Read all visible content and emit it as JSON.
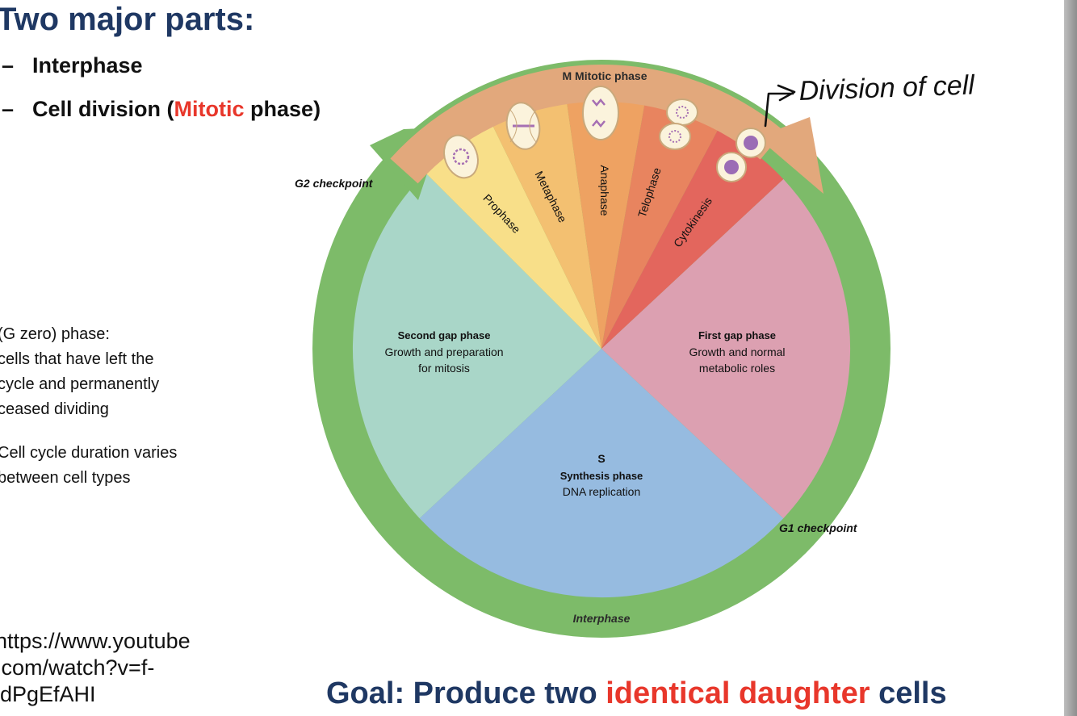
{
  "slide": {
    "title": "Two major parts:",
    "bullets": [
      {
        "dash": "–",
        "text": "Interphase"
      },
      {
        "dash": "–",
        "pre": "Cell division (",
        "highlight": "Mitotic",
        "post": " phase)"
      }
    ],
    "side_g0": [
      "(G zero) phase:",
      "cells that have left the",
      "cycle and permanently",
      "ceased dividing"
    ],
    "side_duration": [
      "Cell cycle duration varies",
      "between cell types"
    ],
    "url_lines": [
      "https://www.youtube",
      ".com/watch?v=f-",
      "ldPgEfAHI"
    ],
    "goal": {
      "pre": "Goal: Produce two ",
      "highlight": "identical daughter",
      "post": " cells"
    }
  },
  "diagram": {
    "outer_label": "Interphase",
    "mitotic_label": "M Mitotic phase",
    "g2_checkpoint": "G2 checkpoint",
    "g1_checkpoint": "G1 checkpoint",
    "stages": [
      "Prophase",
      "Metaphase",
      "Anaphase",
      "Telophase",
      "Cytokinesis"
    ],
    "g2": {
      "title": "Second gap phase",
      "lines": [
        "Growth and preparation",
        "for mitosis"
      ]
    },
    "g1": {
      "title": "First gap phase",
      "lines": [
        "Growth and normal",
        "metabolic roles"
      ]
    },
    "s": {
      "letter": "S",
      "title": "Synthesis phase",
      "line": "DNA replication"
    },
    "handwritten_note": "Division of cell",
    "colors": {
      "ring": "#7dbb69",
      "m_band": "#e2a87c",
      "g2": "#a9d6c8",
      "g1": "#dca0b1",
      "s": "#96bbe0",
      "prophase": "#f8df89",
      "metaphase": "#f3c071",
      "anaphase": "#eea262",
      "telophase": "#e8845f",
      "cytokinesis": "#e3665d",
      "title_text": "#1f3863",
      "accent_red": "#e8372b"
    }
  }
}
